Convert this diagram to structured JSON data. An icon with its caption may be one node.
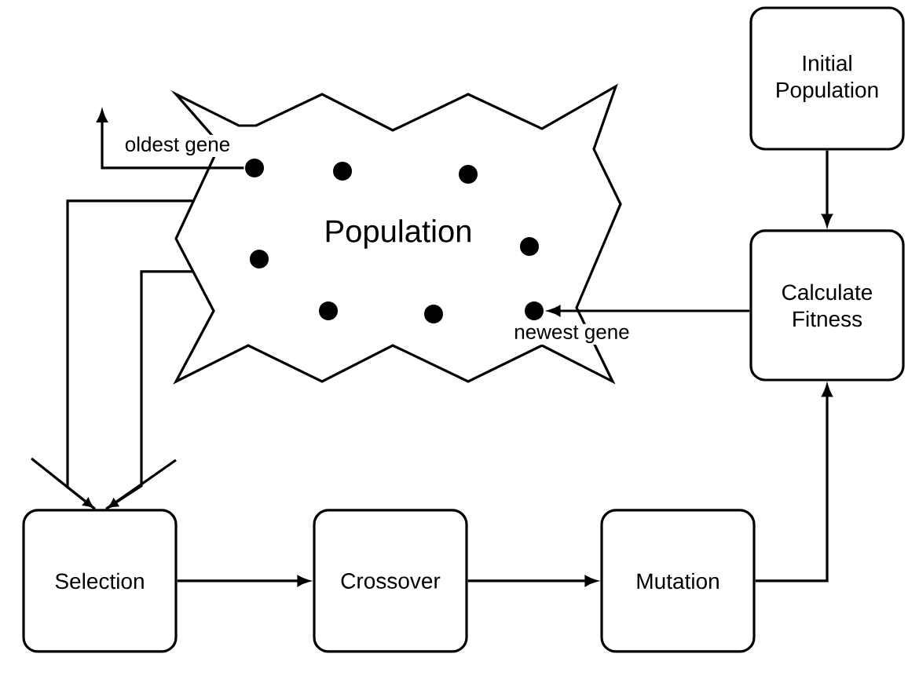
{
  "diagram": {
    "nodes": [
      {
        "text": [
          "Population"
        ]
      },
      {
        "text": [],
        "shape": "circle",
        "in": 0,
        "beside": [
          "oldest gene"
        ]
      },
      {
        "text": [],
        "shape": "circle",
        "in": 0
      },
      {
        "text": [],
        "shape": "circle",
        "in": 0
      },
      {
        "text": [],
        "shape": "circle",
        "in": 0
      },
      {
        "text": [],
        "shape": "circle",
        "in": 0
      },
      {
        "text": [],
        "shape": "circle",
        "in": 0
      },
      {
        "text": [],
        "shape": "circle",
        "in": 0
      },
      {
        "text": [],
        "shape": "circle",
        "in": 0,
        "beside": [
          "newest gene"
        ]
      },
      {
        "text": [
          "Initial Population"
        ]
      },
      {
        "text": [
          "Calculate Fitness"
        ]
      },
      {
        "text": [
          "Selection"
        ]
      },
      {
        "text": [
          "Crossover"
        ]
      },
      {
        "text": [
          "Mutation"
        ]
      }
    ],
    "edges": [
      {
        "from": 1,
        "to": null,
        "arrow": "to"
      },
      {
        "from": 9,
        "to": 10,
        "arrow": "to"
      },
      {
        "from": 10,
        "to": 8,
        "arrow": "to"
      },
      {
        "from": 0,
        "to": 11,
        "arrow": "to"
      },
      {
        "from": 0,
        "to": 11,
        "arrow": "to"
      },
      {
        "from": 11,
        "to": 12,
        "arrow": "to"
      },
      {
        "from": 12,
        "to": 13,
        "arrow": "to"
      },
      {
        "from": 13,
        "to": 10,
        "arrow": "to"
      }
    ]
  }
}
